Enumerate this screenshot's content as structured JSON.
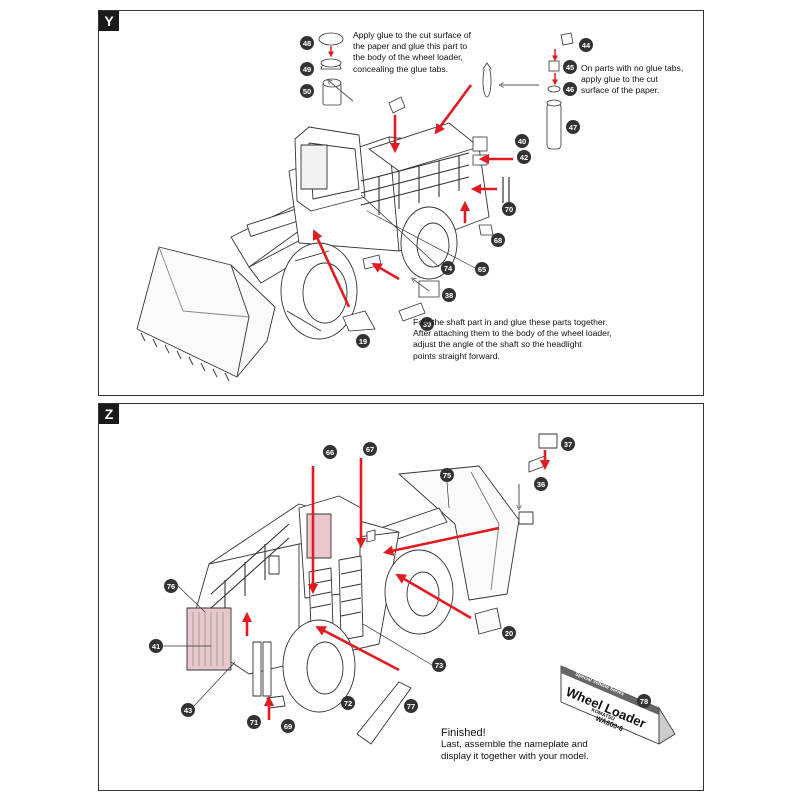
{
  "panels": {
    "y": {
      "tag": "Y"
    },
    "z": {
      "tag": "Z"
    }
  },
  "notes": {
    "glue_part": "Apply glue to the cut surface of\nthe paper and glue this part to\nthe body of the wheel loader,\nconcealing the glue tabs.",
    "no_tabs": "On parts with no glue tabs,\napply glue to the cut\nsurface of the paper.",
    "shaft": "Fold the shaft part in and glue these parts together.\nAfter attaching them to the body of the wheel loader,\nadjust the angle of the shaft so the headlight\npoints straight forward.",
    "finished_title": "Finished!",
    "finished_body": "Last, assemble the nameplate and\ndisplay it together with your model."
  },
  "nameplate": {
    "series": "Special Vehicle Series",
    "title": "Wheel Loader",
    "brand": "KOMATSU",
    "model": "WA600-6"
  },
  "colors": {
    "accent_red": "#e21b22",
    "bubble": "#333333",
    "cab_pink": "#e8c8cc"
  },
  "parts_y": [
    "48",
    "49",
    "50",
    "44",
    "45",
    "46",
    "47",
    "40",
    "42",
    "70",
    "68",
    "74",
    "65",
    "38",
    "39",
    "19"
  ],
  "parts_z": [
    "37",
    "36",
    "66",
    "67",
    "75",
    "76",
    "41",
    "43",
    "71",
    "69",
    "72",
    "77",
    "73",
    "20",
    "78"
  ]
}
